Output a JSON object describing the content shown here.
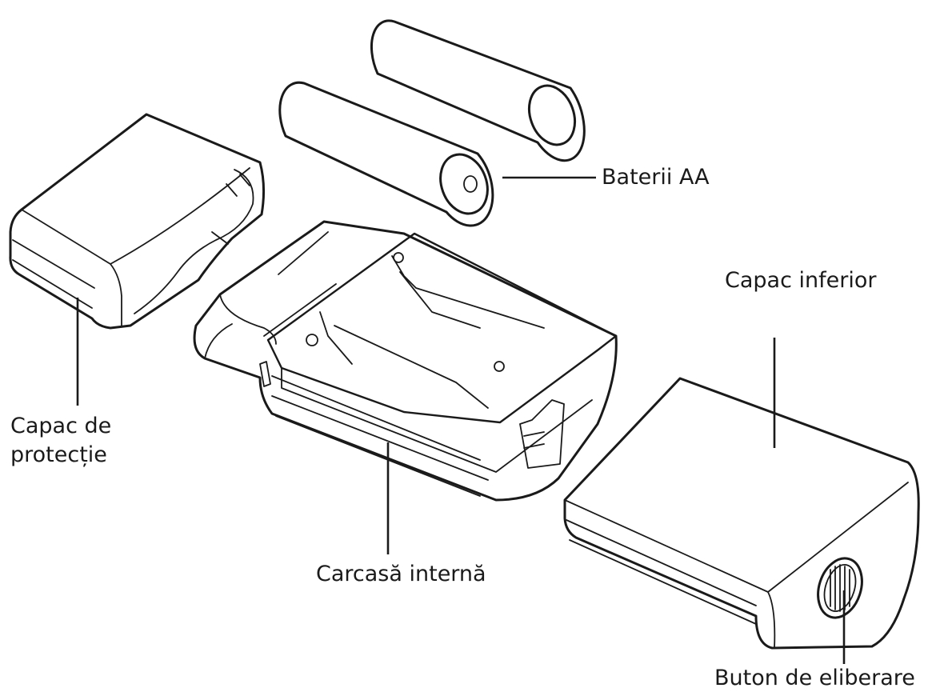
{
  "labels": {
    "batteries": "Baterii AA",
    "bottom_cover": "Capac inferior",
    "protective_cap_line1": "Capac de",
    "protective_cap_line2": "protecție",
    "inner_housing": "Carcasă internă",
    "release_button": "Buton de eliberare"
  },
  "colors": {
    "line": "#1a1a1a",
    "background": "#ffffff"
  }
}
